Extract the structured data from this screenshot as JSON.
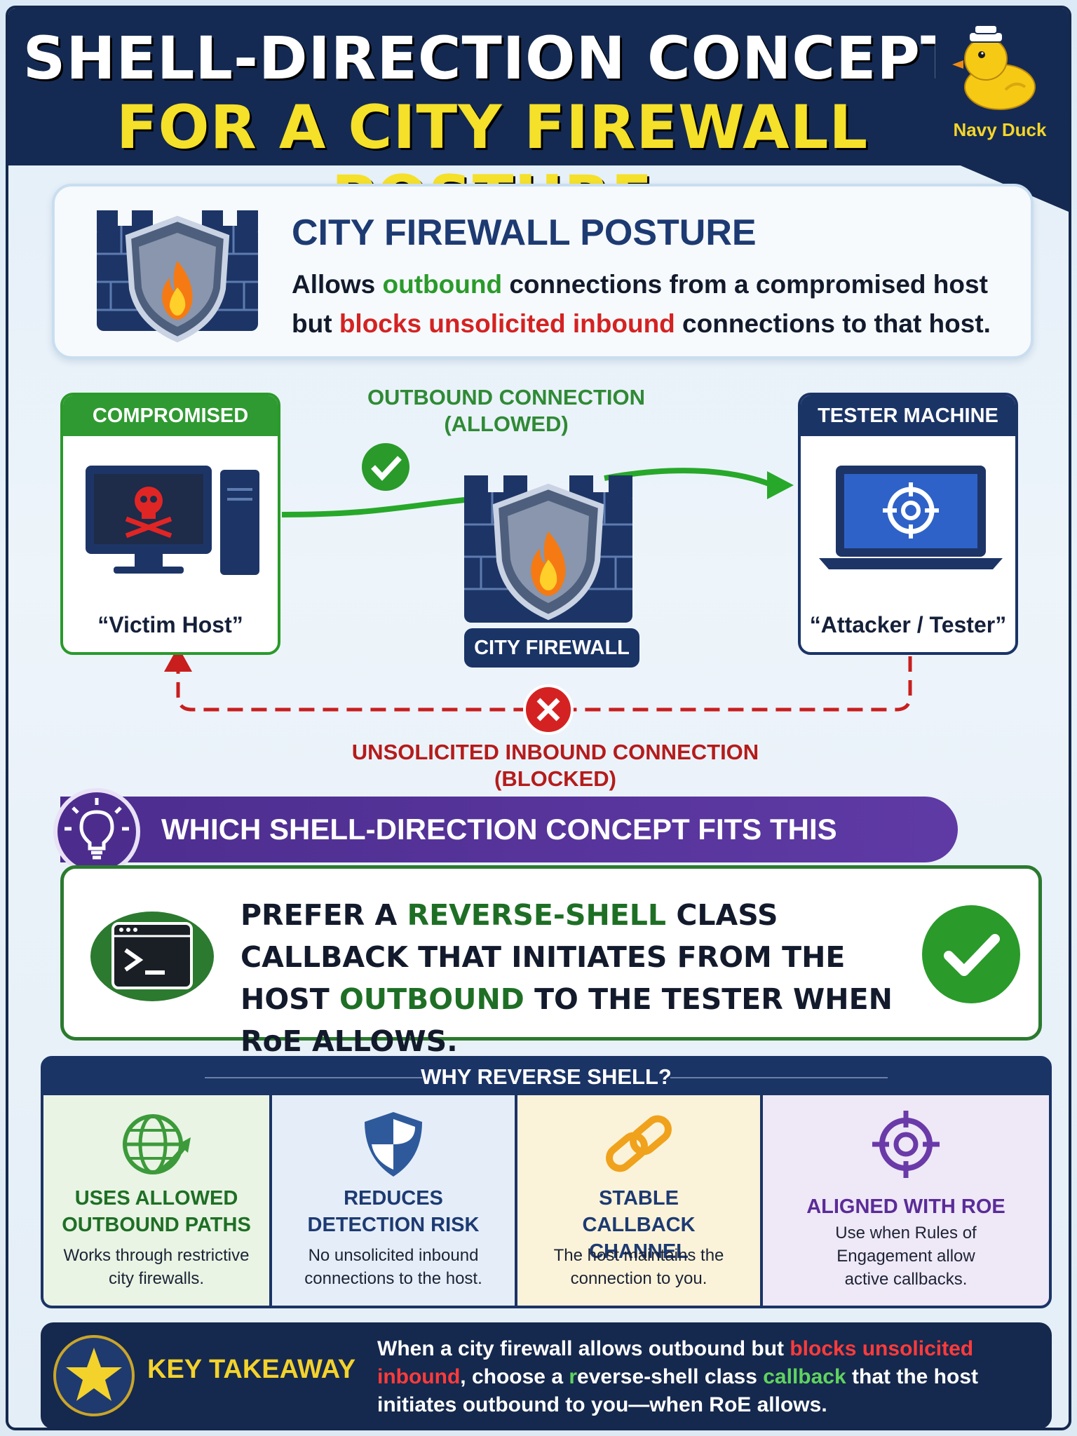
{
  "header": {
    "title_line1": "SHELL-DIRECTION CONCEPT",
    "title_line2": "FOR A CITY FIREWALL POSTURE",
    "brand": "Navy Duck"
  },
  "posture": {
    "title": "CITY FIREWALL POSTURE",
    "desc_1": "Allows ",
    "desc_2": "outbound",
    "desc_3": " connections from a compromised host but ",
    "desc_4": "blocks unsolicited inbound",
    "desc_5": " connections to that host."
  },
  "diagram": {
    "host_cap": "COMPROMISED HOST",
    "host_name": "“Victim Host”",
    "tester_cap": "TESTER MACHINE",
    "tester_name": "“Attacker / Tester”",
    "outbound_line1": "OUTBOUND CONNECTION",
    "outbound_line2": "(ALLOWED)",
    "inbound_line1": "UNSOLICITED INBOUND CONNECTION",
    "inbound_line2": "(BLOCKED)",
    "firewall_label": "CITY FIREWALL"
  },
  "question": {
    "text": "WHICH SHELL-DIRECTION CONCEPT FITS THIS POSTURE?"
  },
  "answer": {
    "a1": "PREFER A ",
    "a2": "REVERSE-SHELL",
    "a3": " CLASS CALLBACK THAT INITIATES FROM THE HOST ",
    "a4": "OUTBOUND",
    "a5": " TO THE TESTER WHEN RoE ALLOWS."
  },
  "why": {
    "heading": "WHY REVERSE SHELL?",
    "items": [
      {
        "title": "USES ALLOWED OUTBOUND PATHS",
        "desc": "Works through restrictive city firewalls.",
        "icon": "globe-arrow-icon"
      },
      {
        "title": "REDUCES DETECTION RISK",
        "desc": "No unsolicited inbound connections to the host.",
        "icon": "shield-icon"
      },
      {
        "title": "STABLE CALLBACK CHANNEL",
        "desc": "The host maintains the connection to you.",
        "icon": "chain-link-icon"
      },
      {
        "title": "ALIGNED WITH ROE",
        "desc": "Use when Rules of Engagement allow active callbacks.",
        "icon": "target-icon"
      }
    ]
  },
  "takeaway": {
    "label": "KEY TAKEAWAY",
    "t1": "When a city firewall allows outbound but ",
    "t2": "blocks unsolicited inbound",
    "t3": ", choose a ",
    "t4": "r",
    "t5": "everse-shell class ",
    "t6": "callback",
    "t7": " that the host initiates outbound to you—when RoE allows."
  },
  "colors": {
    "navy": "#142a52",
    "yellow": "#f5e02a",
    "green": "#2a9a2a",
    "red": "#d42222",
    "purple": "#4c2d8e"
  }
}
